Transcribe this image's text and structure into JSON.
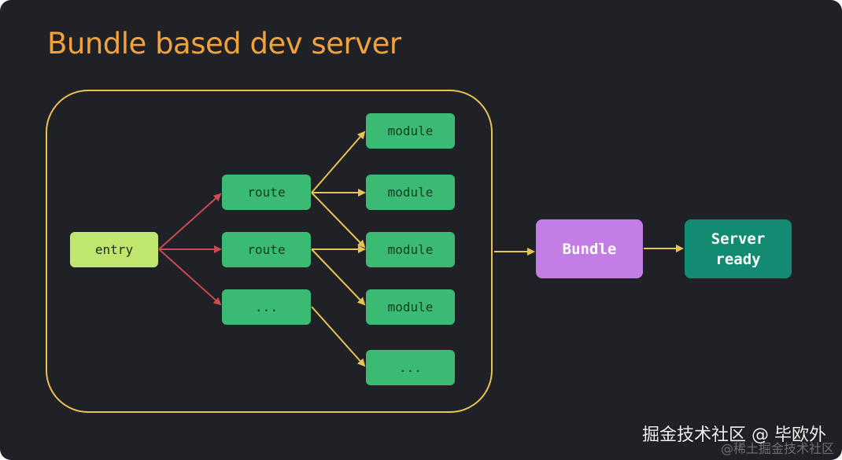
{
  "title": "Bundle based dev server",
  "colors": {
    "background": "#1f2127",
    "title": "#f0a23c",
    "container_border": "#e9c351",
    "entry_node": "#bfe76f",
    "green_node": "#3aba72",
    "bundle_node": "#c37ee6",
    "server_node": "#138a72",
    "red_arrow": "#c94a4f",
    "yellow_arrow": "#e9c351"
  },
  "nodes": {
    "entry": "entry",
    "route1": "route",
    "route2": "route",
    "route3": "...",
    "module1": "module",
    "module2": "module",
    "module3": "module",
    "module4": "module",
    "module5": "...",
    "bundle": "Bundle",
    "server": "Server\nready"
  },
  "watermark": {
    "main": "掘金技术社区 @ 毕欧外",
    "faint": "@稀土掘金技术社区"
  }
}
